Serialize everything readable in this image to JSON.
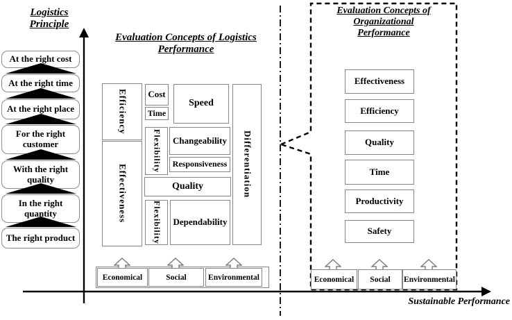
{
  "left_panel": {
    "title_line1": "Logistics",
    "title_line2": "Principle",
    "principles": [
      "At the right cost",
      "At the right time",
      "At the right place",
      "For the right customer",
      "With the right quality",
      "In the right quantity",
      "The right product"
    ]
  },
  "middle_panel": {
    "title_line1": "Evaluation Concepts of Logistics",
    "title_line2": "Performance",
    "boxes": {
      "efficiency": "Efficiency",
      "effectiveness": "Effectiveness",
      "cost": "Cost",
      "time": "Time",
      "speed": "Speed",
      "flexibility_upper": "Flexibility",
      "changeability": "Changeability",
      "responsiveness": "Responsiveness",
      "quality": "Quality",
      "flexibility_lower": "Flexibility",
      "dependability": "Dependability",
      "differentiation": "Differentiation"
    },
    "sustainability": [
      "Economical",
      "Social",
      "Environmental"
    ]
  },
  "right_panel": {
    "title_line1": "Evaluation Concepts of",
    "title_line2": "Organizational",
    "title_line3": "Performance",
    "concepts": [
      "Effectiveness",
      "Efficiency",
      "Quality",
      "Time",
      "Productivity",
      "Safety"
    ],
    "sustainability": [
      "Economical",
      "Social",
      "Environmental"
    ]
  },
  "axis": {
    "x_label": "Sustainable Performance"
  },
  "colors": {
    "box_border": "#848484",
    "line": "#000000"
  }
}
